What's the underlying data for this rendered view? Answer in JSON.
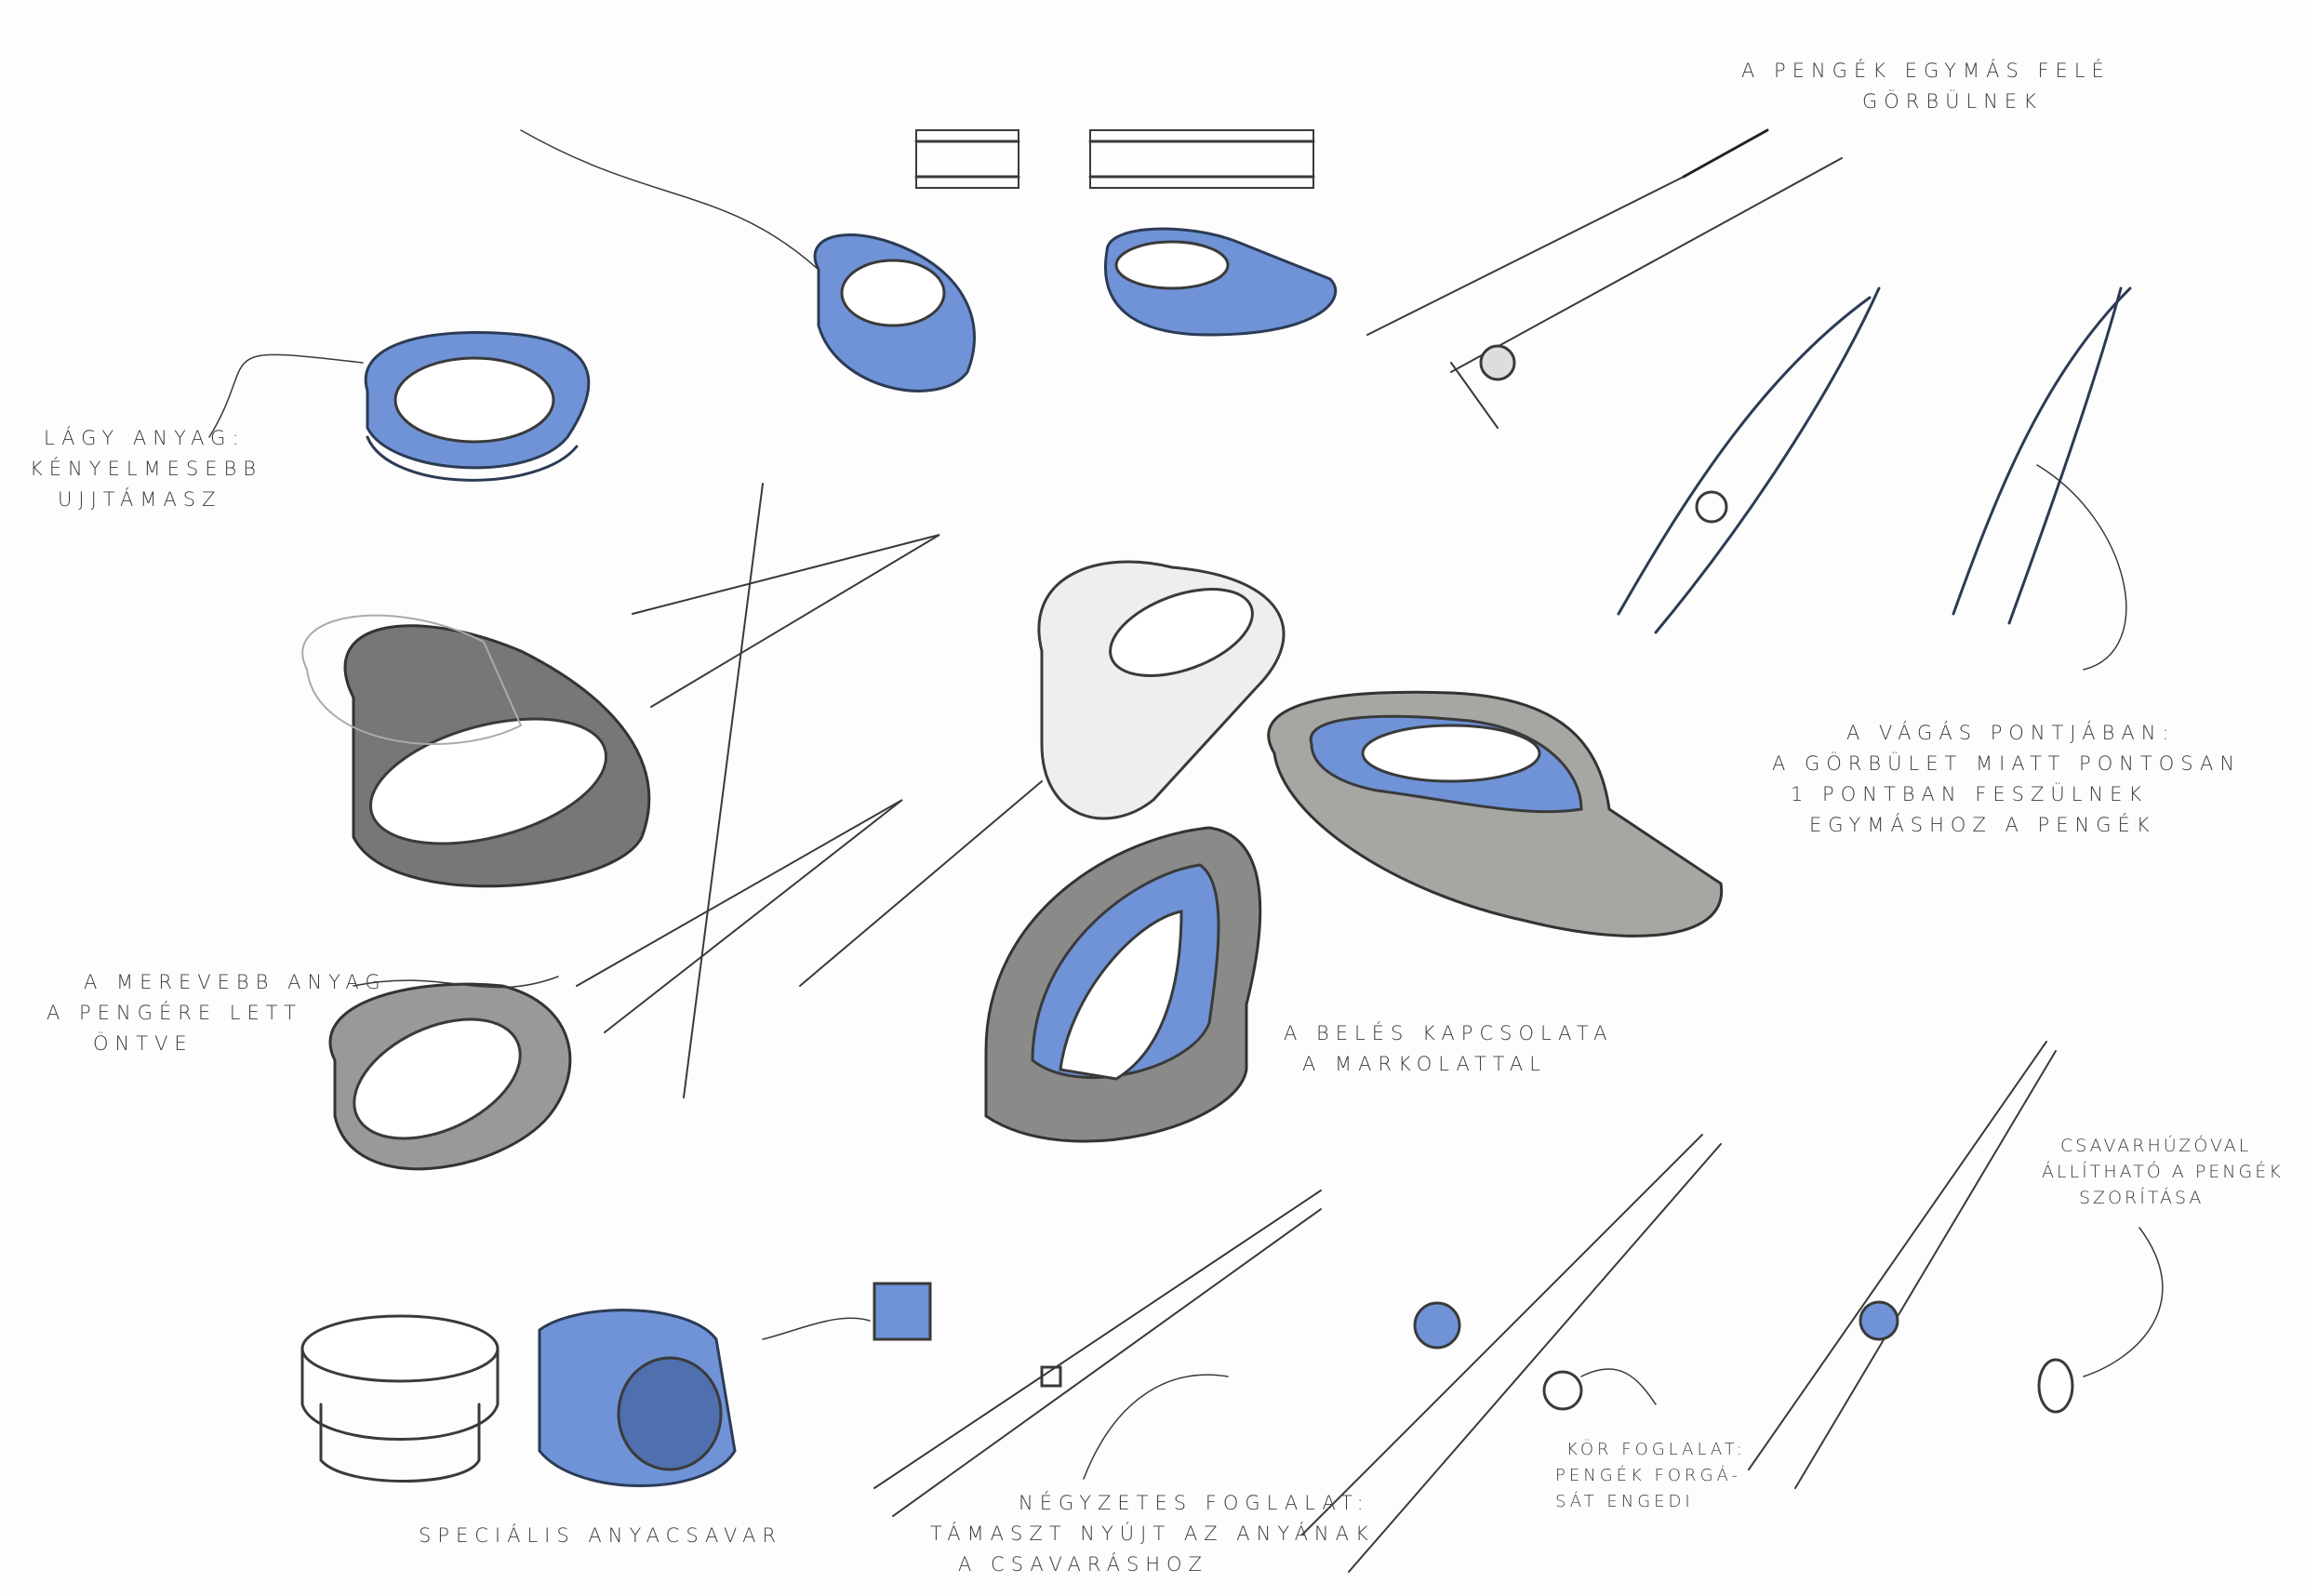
{
  "colors": {
    "accent_blue": "#6f93d6",
    "grey_body": "#8a8a88",
    "line": "#3a3a3a"
  },
  "annotations": {
    "blades_curve": [
      "A pengék egymás felé",
      "görbülnek"
    ],
    "cutting_point": [
      "A vágás pontjában:",
      "A görbület miatt pontosan",
      "1 pontban feszülnek",
      "egymáshoz a pengék"
    ],
    "soft_material": [
      "Lágy anyag:",
      "kényelmesebb",
      "ujjtámasz"
    ],
    "rigid_material": [
      "A merevebb anyag",
      "a pengére lett",
      "öntve"
    ],
    "insert_connection": [
      "A belés kapcsolata",
      "a markolattal"
    ],
    "special_nut": [
      "Speciális anyacsavar"
    ],
    "square_socket": [
      "Négyzetes foglalat:",
      "támaszt nyújt az anyának",
      "a csavaráshoz"
    ],
    "round_socket": [
      "Kör foglalat:",
      "pengék forgá-",
      "sát engedi"
    ],
    "screwdriver": [
      "Csavarhúzóval",
      "állítható a pengék",
      "szorítása"
    ]
  }
}
